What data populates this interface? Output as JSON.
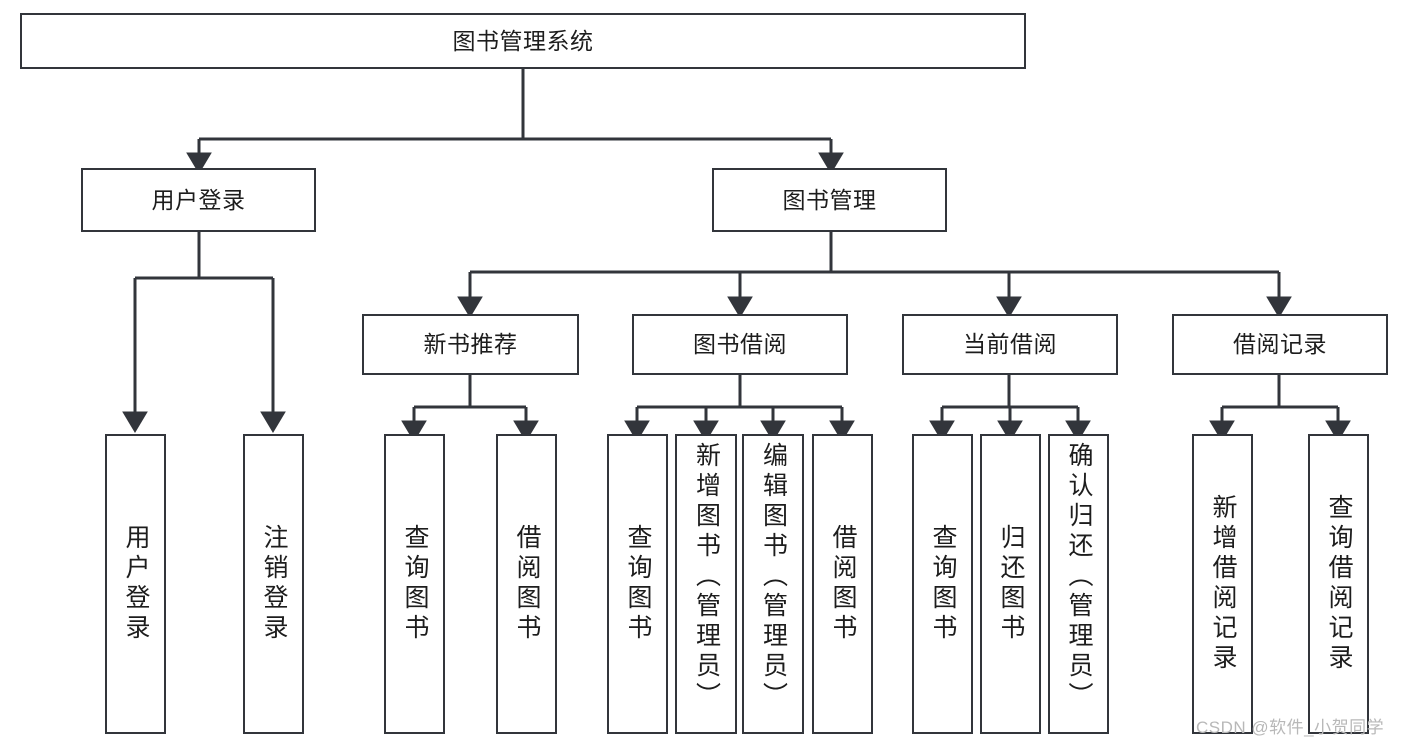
{
  "diagram": {
    "type": "hierarchy-tree",
    "title": "图书管理系统",
    "root": {
      "id": "root",
      "label": "图书管理系统"
    },
    "level2": [
      {
        "id": "user-login",
        "label": "用户登录"
      },
      {
        "id": "book-management",
        "label": "图书管理"
      }
    ],
    "level3": [
      {
        "id": "new-book-recommend",
        "label": "新书推荐",
        "parent": "book-management"
      },
      {
        "id": "book-borrow",
        "label": "图书借阅",
        "parent": "book-management"
      },
      {
        "id": "current-borrow",
        "label": "当前借阅",
        "parent": "book-management"
      },
      {
        "id": "borrow-record",
        "label": "借阅记录",
        "parent": "book-management"
      }
    ],
    "leaves": [
      {
        "id": "leaf-user-login",
        "label": "用户登录",
        "parent": "user-login"
      },
      {
        "id": "leaf-logout-login",
        "label": "注销登录",
        "parent": "user-login"
      },
      {
        "id": "leaf-query-book-1",
        "label": "查询图书",
        "parent": "new-book-recommend"
      },
      {
        "id": "leaf-borrow-book-1",
        "label": "借阅图书",
        "parent": "new-book-recommend"
      },
      {
        "id": "leaf-query-book-2",
        "label": "查询图书",
        "parent": "book-borrow"
      },
      {
        "id": "leaf-add-book",
        "label": "新增图书（管理员）",
        "parent": "book-borrow"
      },
      {
        "id": "leaf-edit-book",
        "label": "编辑图书（管理员）",
        "parent": "book-borrow"
      },
      {
        "id": "leaf-borrow-book-2",
        "label": "借阅图书",
        "parent": "book-borrow"
      },
      {
        "id": "leaf-query-book-3",
        "label": "查询图书",
        "parent": "current-borrow"
      },
      {
        "id": "leaf-return-book",
        "label": "归还图书",
        "parent": "current-borrow"
      },
      {
        "id": "leaf-confirm-return",
        "label": "确认归还（管理员）",
        "parent": "current-borrow"
      },
      {
        "id": "leaf-add-record",
        "label": "新增借阅记录",
        "parent": "borrow-record"
      },
      {
        "id": "leaf-query-record",
        "label": "查询借阅记录",
        "parent": "borrow-record"
      }
    ],
    "colors": {
      "box_border": "#32353b",
      "box_fill": "#ffffff",
      "edge": "#32353b",
      "text": "#1d1d1d",
      "watermark": "#b8b8b8"
    }
  },
  "watermark": {
    "text": "CSDN @软件_小贺同学"
  }
}
